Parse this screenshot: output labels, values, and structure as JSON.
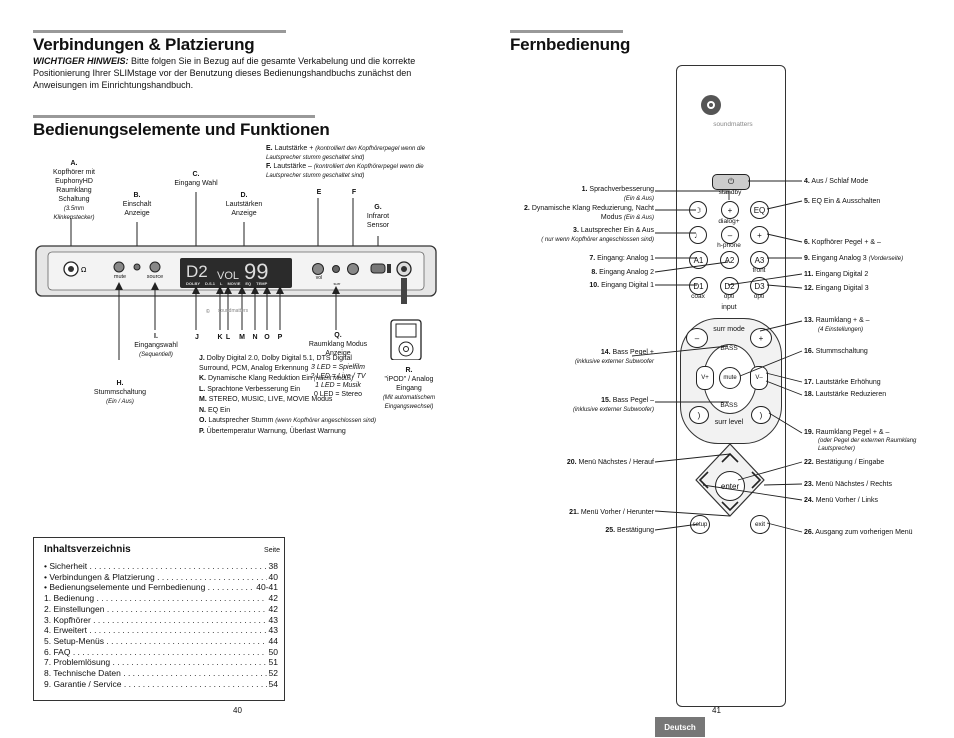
{
  "left": {
    "title1": "Verbindungen & Platzierung",
    "hint_label": "WICHTIGER HINWEIS:",
    "hint_lines": [
      "Bitte folgen Sie in Bezug auf die gesamte Verkabelung und die korrekte",
      "Positionierung Ihrer SLIMstage vor der Benutzung dieses Bedienungshandbuchs zunächst den",
      "Anweisungen im Einrichtungshandbuch."
    ],
    "title2": "Bedienungselemente und Funktionen",
    "labels": {
      "A_key": "A.",
      "A_text": "Kopfhörer mit EuphonyHD Raumklang Schaltung",
      "A_sub": "(3.5mm Klinkenstecker)",
      "B_key": "B.",
      "B_text": "Einschalt Anzeige",
      "C_key": "C.",
      "C_text": "Eingang Wahl",
      "D_key": "D.",
      "D_text": "Lautstärken Anzeige",
      "E_key": "E.",
      "E_text": "Lautstärke +",
      "E_sub": "(kontrolliert den Kopfhörerpegel wenn die Lautsprecher stumm geschaltet sind)",
      "F_key": "F.",
      "F_text": "Lautstärke –",
      "F_sub": "(kontrolliert den Kopfhörerpegel wenn die Lautsprecher stumm geschaltet sind)",
      "G_key": "G.",
      "G_text": "Infrarot Sensor",
      "H_key": "H.",
      "H_text": "Stummschaltung",
      "H_sub": "(Ein / Aus)",
      "I_key": "I.",
      "I_text": "Eingangswahl",
      "I_sub": "(Sequentiell)",
      "Q_key": "Q.",
      "Q_text": "Raumklang Modus Anzeige",
      "Q_lines": [
        "3 LED = Spielfilm",
        "2 LED = Live / TV",
        "1 LED = Musik",
        "0 LED = Stereo"
      ],
      "R_key": "R.",
      "R_text": "\"iPOD\" / Analog Eingang",
      "R_sub": "(Mit automatischem Eingangswechsel)",
      "E_letter": "E",
      "F_letter": "F",
      "J": "J",
      "K": "K",
      "L": "L",
      "M": "M",
      "N": "N",
      "O": "O",
      "P": "P"
    },
    "device": {
      "display_left": "D2",
      "display_vol": "VOL",
      "display_num": "99",
      "display_modes": [
        "DOLBY",
        "D.S.1",
        "L",
        "MOVIE",
        "EQ",
        "",
        "TEMP"
      ],
      "mute": "mute",
      "source": "source",
      "vol": "vol",
      "surr": "surr",
      "brand": "soundmatters"
    },
    "legend": [
      {
        "k": "J.",
        "t": "Dolby Digital 2.0, Dolby Digital 5.1, DTS Digital Surround, PCM, Analog Erkennung"
      },
      {
        "k": "K.",
        "t": "Dynamische Klang Reduktion Ein",
        "s": "(Nacht Modus)"
      },
      {
        "k": "L.",
        "t": "Sprachtone Verbesserung Ein"
      },
      {
        "k": "M.",
        "t": "STEREO, MUSIC, LIVE, MOVIE Modus"
      },
      {
        "k": "N.",
        "t": "EQ Ein"
      },
      {
        "k": "O.",
        "t": "Lautsprecher Stumm",
        "s": "(wenn Kopfhörer angeschlossen sind)"
      },
      {
        "k": "P.",
        "t": "Übertemperatur Warnung, Überlast Warnung"
      }
    ],
    "toc_title": "Inhaltsverzeichnis",
    "toc_page_head": "Seite",
    "toc": [
      {
        "n": "•  Sicherheit",
        "p": "38"
      },
      {
        "n": "•  Verbindungen & Platzierung",
        "p": "40"
      },
      {
        "n": "•  Bedienungselemente und Fernbedienung",
        "p": "40-41"
      },
      {
        "n": "1. Bedienung",
        "p": "42"
      },
      {
        "n": "2. Einstellungen",
        "p": "42"
      },
      {
        "n": "3. Kopfhörer",
        "p": "43"
      },
      {
        "n": "4. Erweitert",
        "p": "43"
      },
      {
        "n": "5. Setup-Menüs",
        "p": "44"
      },
      {
        "n": "6. FAQ",
        "p": "50"
      },
      {
        "n": "7. Problemlösung",
        "p": "51"
      },
      {
        "n": "8. Technische Daten",
        "p": "52"
      },
      {
        "n": "9. Garantie / Service",
        "p": "54"
      }
    ],
    "page_num": "40"
  },
  "right": {
    "title": "Fernbedienung",
    "page_num": "41",
    "lang_tab": "Deutsch",
    "brand": "soundmatters",
    "buttons": {
      "standby": "standby",
      "dialog": "dialog+",
      "eq": "EQ",
      "hphone": "h-phone",
      "a1": "A1",
      "a2": "A2",
      "a3": "A3",
      "front": "front",
      "d1": "D1",
      "d2": "D2",
      "d3": "D3",
      "coax": "coax",
      "opti1": "opti",
      "opti2": "opti",
      "input": "input",
      "surr_mode": "surr mode",
      "bass": "BASS",
      "mute": "mute",
      "surr_level": "surr level",
      "enter": "enter",
      "setup": "setup",
      "exit": "exit"
    },
    "callouts_left": [
      {
        "k": "1.",
        "t": "Sprachverbesserung",
        "s": "(Ein & Aus)"
      },
      {
        "k": "2.",
        "t": "Dynamische Klang Reduzierung, Nacht Modus",
        "s": "(Ein & Aus)"
      },
      {
        "k": "3.",
        "t": "Lautsprecher Ein & Aus",
        "s": "( nur wenn Kopfhörer angeschlossen sind)"
      },
      {
        "k": "7.",
        "t": "Eingang: Analog 1"
      },
      {
        "k": "8.",
        "t": "Eingang Analog 2"
      },
      {
        "k": "10.",
        "t": "Eingang Digital 1"
      },
      {
        "k": "14.",
        "t": "Bass Pegel +",
        "s": "(inklusive externer Subwoofer"
      },
      {
        "k": "15.",
        "t": "Bass Pegel –",
        "s": "(inklusive externer Subwoofer)"
      },
      {
        "k": "20.",
        "t": "Menü Nächstes / Herauf"
      },
      {
        "k": "21.",
        "t": "Menü Vorher / Herunter"
      },
      {
        "k": "25.",
        "t": "Bestätigung"
      }
    ],
    "callouts_right": [
      {
        "k": "4.",
        "t": "Aus / Schlaf Mode"
      },
      {
        "k": "5.",
        "t": "EQ Ein & Ausschalten"
      },
      {
        "k": "6.",
        "t": "Kopfhörer Pegel + & –"
      },
      {
        "k": "9.",
        "t": "Eingang Analog 3",
        "s": "(Vorderseite)"
      },
      {
        "k": "11.",
        "t": "Eingang Digital 2"
      },
      {
        "k": "12.",
        "t": "Eingang Digital 3"
      },
      {
        "k": "13.",
        "t": "Raumklang + & –",
        "s": "(4 Einstellungen)"
      },
      {
        "k": "16.",
        "t": "Stummschaltung"
      },
      {
        "k": "17.",
        "t": "Lautstärke Erhöhung"
      },
      {
        "k": "18.",
        "t": "Lautstärke Reduzieren"
      },
      {
        "k": "19.",
        "t": "Raumklang Pegel + & –",
        "s": "(oder Pegel der externen Raumklang Lautsprecher)"
      },
      {
        "k": "22.",
        "t": "Bestätigung / Eingabe"
      },
      {
        "k": "23.",
        "t": "Menü Nächstes / Rechts"
      },
      {
        "k": "24.",
        "t": "Menü Vorher / Links"
      },
      {
        "k": "26.",
        "t": "Ausgang zum vorherigen Menü"
      }
    ]
  }
}
